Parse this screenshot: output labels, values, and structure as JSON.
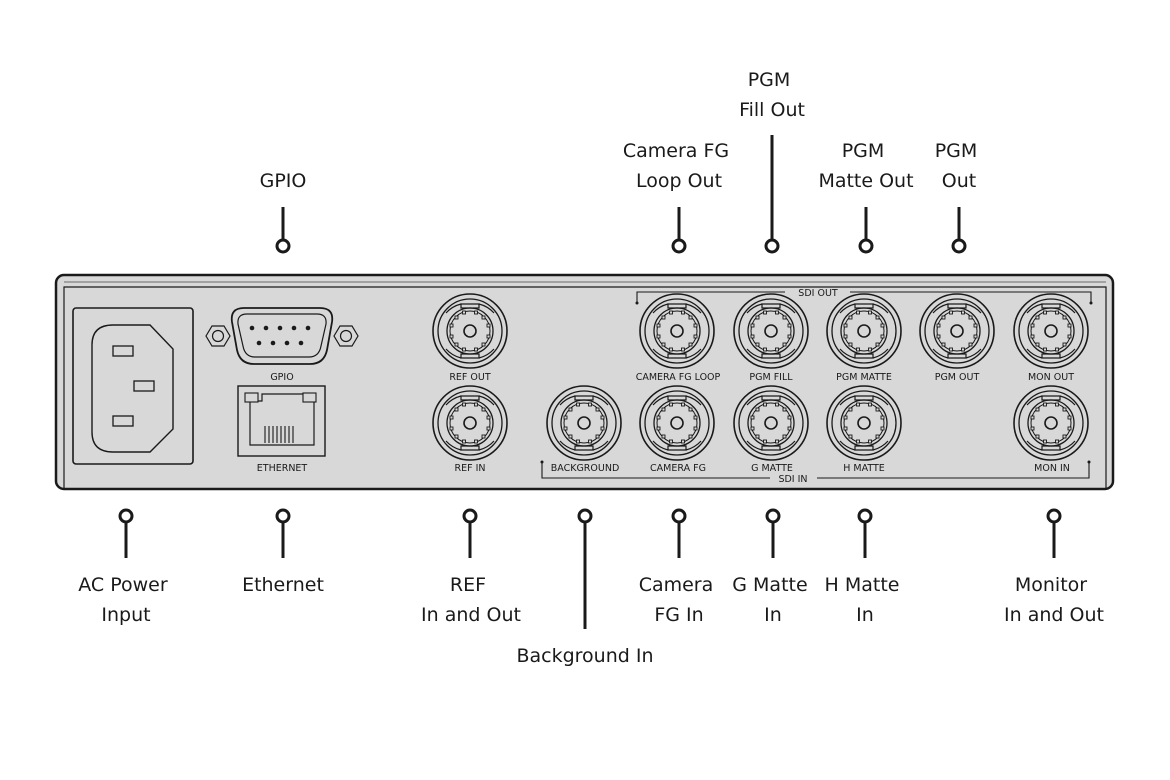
{
  "diagram": {
    "colors": {
      "panel_fill": "#d8d8d8",
      "line": "#1a1a1a",
      "background": "#ffffff"
    },
    "panel_labels": {
      "gpio": "GPIO",
      "ethernet": "ETHERNET",
      "ref_out": "REF OUT",
      "ref_in": "REF IN",
      "camera_fg_loop": "CAMERA FG LOOP",
      "pgm_fill": "PGM FILL",
      "pgm_matte": "PGM MATTE",
      "pgm_out": "PGM OUT",
      "mon_out": "MON OUT",
      "background": "BACKGROUND",
      "camera_fg": "CAMERA FG",
      "g_matte": "G MATTE",
      "h_matte": "H MATTE",
      "mon_in": "MON IN",
      "sdi_out": "SDI OUT",
      "sdi_in": "SDI IN"
    },
    "callouts_top": [
      {
        "id": "gpio",
        "lines": [
          "GPIO"
        ]
      },
      {
        "id": "camera-fg-loop-out",
        "lines": [
          "Camera FG",
          "Loop Out"
        ]
      },
      {
        "id": "pgm-fill-out",
        "lines": [
          "PGM",
          "Fill Out"
        ]
      },
      {
        "id": "pgm-matte-out",
        "lines": [
          "PGM",
          "Matte Out"
        ]
      },
      {
        "id": "pgm-out",
        "lines": [
          "PGM",
          "Out"
        ]
      }
    ],
    "callouts_bottom": [
      {
        "id": "ac-power-input",
        "lines": [
          "AC Power",
          "Input"
        ]
      },
      {
        "id": "ethernet",
        "lines": [
          "Ethernet"
        ]
      },
      {
        "id": "ref-in-and-out",
        "lines": [
          "REF",
          "In and Out"
        ]
      },
      {
        "id": "background-in",
        "lines": [
          "Background In"
        ]
      },
      {
        "id": "camera-fg-in",
        "lines": [
          "Camera",
          "FG In"
        ]
      },
      {
        "id": "g-matte-in",
        "lines": [
          "G Matte",
          "In"
        ]
      },
      {
        "id": "h-matte-in",
        "lines": [
          "H Matte",
          "In"
        ]
      },
      {
        "id": "monitor-in-and-out",
        "lines": [
          "Monitor",
          "In and Out"
        ]
      }
    ]
  }
}
